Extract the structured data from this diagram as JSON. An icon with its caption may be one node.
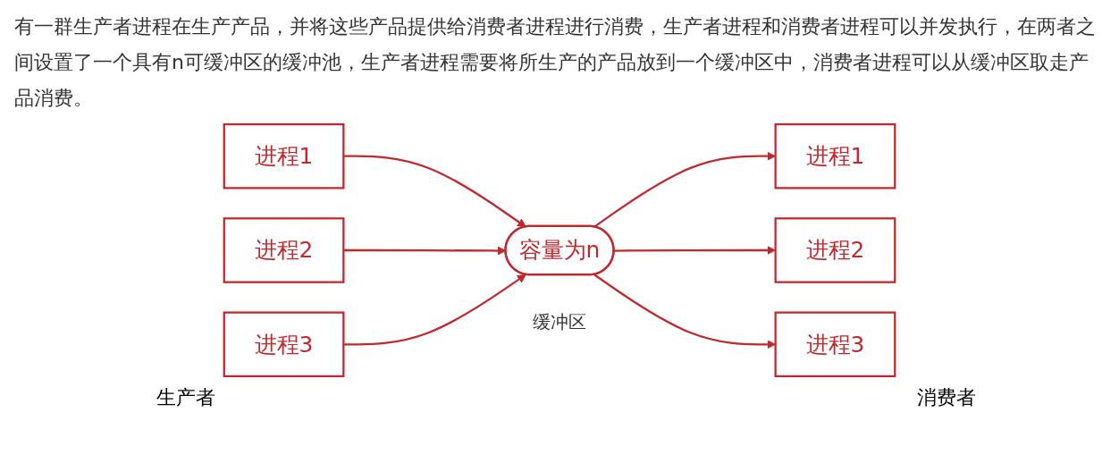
{
  "diagram": {
    "nodes": [
      {
        "text": [
          "进程1"
        ]
      },
      {
        "text": [
          "进程2"
        ]
      },
      {
        "text": [
          "进程3"
        ]
      },
      {
        "text": [
          "容量为n"
        ],
        "beside": [
          "缓冲区"
        ]
      },
      {
        "text": [
          "进程1"
        ]
      },
      {
        "text": [
          "进程2"
        ]
      },
      {
        "text": [
          "进程3"
        ]
      }
    ],
    "edges": [
      {
        "from": 0,
        "to": 3,
        "arrow": "to"
      },
      {
        "from": 1,
        "to": 3,
        "arrow": "to"
      },
      {
        "from": 2,
        "to": 3,
        "arrow": "to"
      },
      {
        "from": 3,
        "to": 4,
        "arrow": "to"
      },
      {
        "from": 3,
        "to": 5,
        "arrow": "to"
      },
      {
        "from": 3,
        "to": 6,
        "arrow": "to"
      }
    ],
    "labels": [
      "有一群生产者进程在生产产品，并将这些产品提供给消费者进程进行消费，生产者进程和消费者进程可以并发执行，在两者之间设置了一个具有n可缓冲区的缓冲池，生产者进程需要将所生产的产品放到一个缓冲区中，消费者进程可以从缓冲区取走产品消费。",
      "生产者",
      "消费者"
    ]
  }
}
